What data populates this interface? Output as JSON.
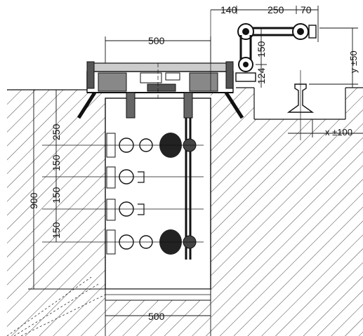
{
  "drawing": {
    "dimensions_horizontal": {
      "top_offset": "140",
      "top_arm": "250",
      "top_end": "70",
      "pit_width_top": "500",
      "pit_width_bottom": "500",
      "rail_tolerance": "x ±100"
    },
    "dimensions_vertical": {
      "arm_drop": "150",
      "arm_base": "124",
      "rail_tolerance": "y ±50",
      "pit_depth": "900",
      "spacing_1": "250",
      "spacing_2": "150",
      "spacing_3": "150",
      "spacing_4": "150"
    }
  },
  "colors": {
    "ink": "#111111",
    "hatch": "#444444",
    "background": "#ffffff"
  }
}
